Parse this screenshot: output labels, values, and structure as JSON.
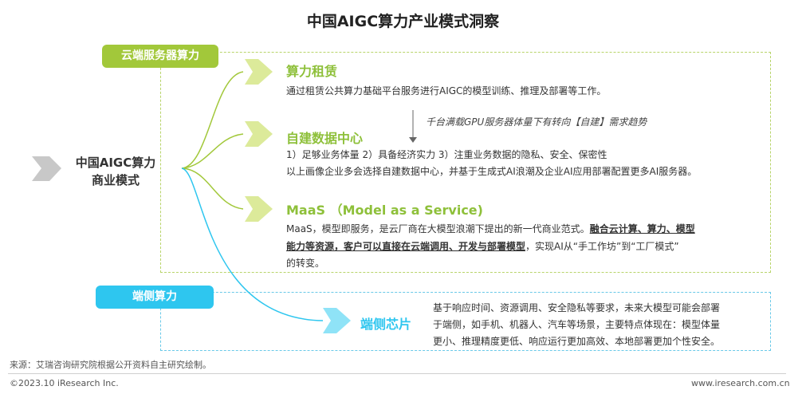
{
  "title": "中国AIGC算力产业模式洞察",
  "tags": {
    "cloud": "云端服务器算力",
    "edge": "端侧算力"
  },
  "center": {
    "line1": "中国AIGC算力",
    "line2": "商业模式"
  },
  "sections": {
    "rent": {
      "title": "算力租赁",
      "text": "通过租赁公共算力基础平台服务进行AIGC的模型训练、推理及部署等工作。"
    },
    "trend_note": "千台满载GPU服务器体量下有转向【自建】需求趋势",
    "self_built": {
      "title": "自建数据中心",
      "line1": "1）足够业务体量 2）具备经济实力 3）注重业务数据的隐私、安全、保密性",
      "line2": "以上画像企业多会选择自建数据中心，并基于生成式AI浪潮及企业AI应用部署配置更多AI服务器。"
    },
    "maas": {
      "title": "MaaS （Model as a Service)",
      "line1_plain": "MaaS，模型即服务，是云厂商在大模型浪潮下提出的新一代商业范式。",
      "line1_bold": "融合云计算、算力、模型",
      "line2_bold": "能力等资源，客户可以直接在云端调用、开发与部署模型",
      "line2_plain": "，实现AI从“手工作坊”到“工厂模式”",
      "line3": "的转变。"
    },
    "chip": {
      "title": "端侧芯片",
      "line1": "基于响应时间、资源调用、安全隐私等要求，未来大模型可能会部署",
      "line2": "于端侧，如手机、机器人、汽车等场景，主要特点体现在：模型体量",
      "line3": "更小、推理精度更低、响应运行更加高效、本地部署更加个性安全。"
    }
  },
  "footer": {
    "source": "来源：艾瑞咨询研究院根据公开资料自主研究绘制。",
    "copyright": "©2023.10 iResearch Inc.",
    "website": "www.iresearch.com.cn"
  },
  "colors": {
    "green": "#a2c83a",
    "green_arrow": "#dcea9a",
    "cyan": "#2ec6ef",
    "cyan_arrow": "#8fe3f7",
    "grey_arrow": "#c8c8c8"
  }
}
